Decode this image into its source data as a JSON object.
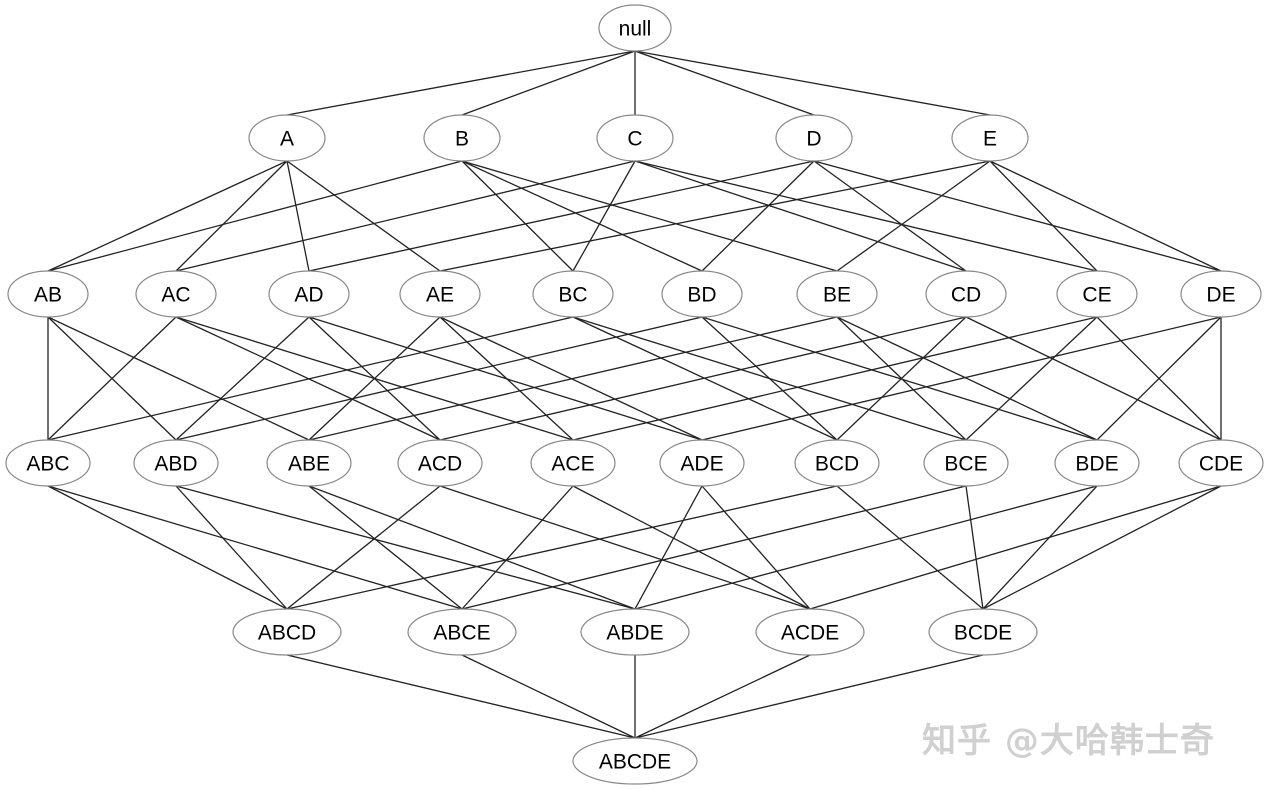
{
  "diagram": {
    "nodes": [
      {
        "id": "null",
        "label": "null"
      },
      {
        "id": "A",
        "label": "A"
      },
      {
        "id": "B",
        "label": "B"
      },
      {
        "id": "C",
        "label": "C"
      },
      {
        "id": "D",
        "label": "D"
      },
      {
        "id": "E",
        "label": "E"
      },
      {
        "id": "AB",
        "label": "AB"
      },
      {
        "id": "AC",
        "label": "AC"
      },
      {
        "id": "AD",
        "label": "AD"
      },
      {
        "id": "AE",
        "label": "AE"
      },
      {
        "id": "BC",
        "label": "BC"
      },
      {
        "id": "BD",
        "label": "BD"
      },
      {
        "id": "BE",
        "label": "BE"
      },
      {
        "id": "CD",
        "label": "CD"
      },
      {
        "id": "CE",
        "label": "CE"
      },
      {
        "id": "DE",
        "label": "DE"
      },
      {
        "id": "ABC",
        "label": "ABC"
      },
      {
        "id": "ABD",
        "label": "ABD"
      },
      {
        "id": "ABE",
        "label": "ABE"
      },
      {
        "id": "ACD",
        "label": "ACD"
      },
      {
        "id": "ACE",
        "label": "ACE"
      },
      {
        "id": "ADE",
        "label": "ADE"
      },
      {
        "id": "BCD",
        "label": "BCD"
      },
      {
        "id": "BCE",
        "label": "BCE"
      },
      {
        "id": "BDE",
        "label": "BDE"
      },
      {
        "id": "CDE",
        "label": "CDE"
      },
      {
        "id": "ABCD",
        "label": "ABCD"
      },
      {
        "id": "ABCE",
        "label": "ABCE"
      },
      {
        "id": "ABDE",
        "label": "ABDE"
      },
      {
        "id": "ACDE",
        "label": "ACDE"
      },
      {
        "id": "BCDE",
        "label": "BCDE"
      },
      {
        "id": "ABCDE",
        "label": "ABCDE"
      }
    ],
    "edges": [
      [
        "null",
        "A"
      ],
      [
        "null",
        "B"
      ],
      [
        "null",
        "C"
      ],
      [
        "null",
        "D"
      ],
      [
        "null",
        "E"
      ],
      [
        "A",
        "AB"
      ],
      [
        "A",
        "AC"
      ],
      [
        "A",
        "AD"
      ],
      [
        "A",
        "AE"
      ],
      [
        "B",
        "AB"
      ],
      [
        "B",
        "BC"
      ],
      [
        "B",
        "BD"
      ],
      [
        "B",
        "BE"
      ],
      [
        "C",
        "AC"
      ],
      [
        "C",
        "BC"
      ],
      [
        "C",
        "CD"
      ],
      [
        "C",
        "CE"
      ],
      [
        "D",
        "AD"
      ],
      [
        "D",
        "BD"
      ],
      [
        "D",
        "CD"
      ],
      [
        "D",
        "DE"
      ],
      [
        "E",
        "AE"
      ],
      [
        "E",
        "BE"
      ],
      [
        "E",
        "CE"
      ],
      [
        "E",
        "DE"
      ],
      [
        "AB",
        "ABC"
      ],
      [
        "AB",
        "ABD"
      ],
      [
        "AB",
        "ABE"
      ],
      [
        "AC",
        "ABC"
      ],
      [
        "AC",
        "ACD"
      ],
      [
        "AC",
        "ACE"
      ],
      [
        "AD",
        "ABD"
      ],
      [
        "AD",
        "ACD"
      ],
      [
        "AD",
        "ADE"
      ],
      [
        "AE",
        "ABE"
      ],
      [
        "AE",
        "ACE"
      ],
      [
        "AE",
        "ADE"
      ],
      [
        "BC",
        "ABC"
      ],
      [
        "BC",
        "BCD"
      ],
      [
        "BC",
        "BCE"
      ],
      [
        "BD",
        "ABD"
      ],
      [
        "BD",
        "BCD"
      ],
      [
        "BD",
        "BDE"
      ],
      [
        "BE",
        "ABE"
      ],
      [
        "BE",
        "BCE"
      ],
      [
        "BE",
        "BDE"
      ],
      [
        "CD",
        "ACD"
      ],
      [
        "CD",
        "BCD"
      ],
      [
        "CD",
        "CDE"
      ],
      [
        "CE",
        "ACE"
      ],
      [
        "CE",
        "BCE"
      ],
      [
        "CE",
        "CDE"
      ],
      [
        "DE",
        "ADE"
      ],
      [
        "DE",
        "BDE"
      ],
      [
        "DE",
        "CDE"
      ],
      [
        "ABC",
        "ABCD"
      ],
      [
        "ABC",
        "ABCE"
      ],
      [
        "ABD",
        "ABCD"
      ],
      [
        "ABD",
        "ABDE"
      ],
      [
        "ABE",
        "ABCE"
      ],
      [
        "ABE",
        "ABDE"
      ],
      [
        "ACD",
        "ABCD"
      ],
      [
        "ACD",
        "ACDE"
      ],
      [
        "ACE",
        "ABCE"
      ],
      [
        "ACE",
        "ACDE"
      ],
      [
        "ADE",
        "ABDE"
      ],
      [
        "ADE",
        "ACDE"
      ],
      [
        "BCD",
        "ABCD"
      ],
      [
        "BCD",
        "BCDE"
      ],
      [
        "BCE",
        "ABCE"
      ],
      [
        "BCE",
        "BCDE"
      ],
      [
        "BDE",
        "ABDE"
      ],
      [
        "BDE",
        "BCDE"
      ],
      [
        "CDE",
        "ACDE"
      ],
      [
        "CDE",
        "BCDE"
      ],
      [
        "ABCD",
        "ABCDE"
      ],
      [
        "ABCE",
        "ABCDE"
      ],
      [
        "ABDE",
        "ABCDE"
      ],
      [
        "ACDE",
        "ABCDE"
      ],
      [
        "BCDE",
        "ABCDE"
      ]
    ]
  },
  "watermark": {
    "text": "知乎 @大哈韩士奇"
  }
}
